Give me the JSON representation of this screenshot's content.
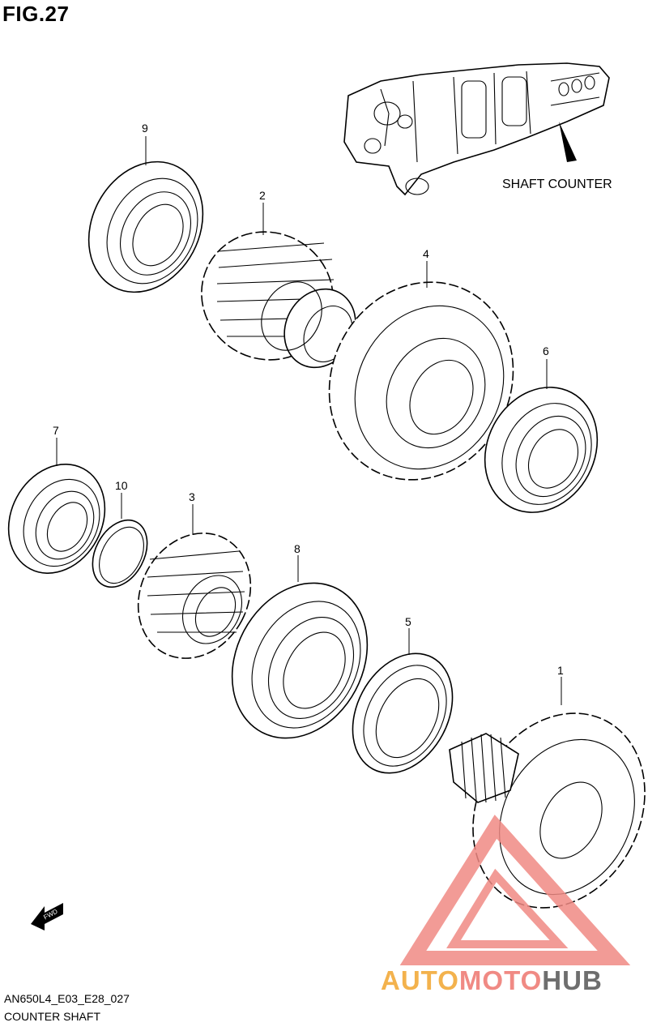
{
  "figure": {
    "title": "FIG.27",
    "model_code": "AN650L4_E03_E28_027",
    "caption": "COUNTER SHAFT"
  },
  "inset": {
    "label": "SHAFT COUNTER"
  },
  "callouts": [
    {
      "ref": "9"
    },
    {
      "ref": "2"
    },
    {
      "ref": "4"
    },
    {
      "ref": "6"
    },
    {
      "ref": "7"
    },
    {
      "ref": "10"
    },
    {
      "ref": "3"
    },
    {
      "ref": "8"
    },
    {
      "ref": "5"
    },
    {
      "ref": "1"
    }
  ],
  "fwd_marker": {
    "text": "FWD"
  },
  "watermark": {
    "part1": "AUTO",
    "part2": "MOTO",
    "part3": "HUB",
    "colors": {
      "auto": "#f3b24d",
      "moto": "#f08a84",
      "hub": "#6e6e6e"
    }
  }
}
